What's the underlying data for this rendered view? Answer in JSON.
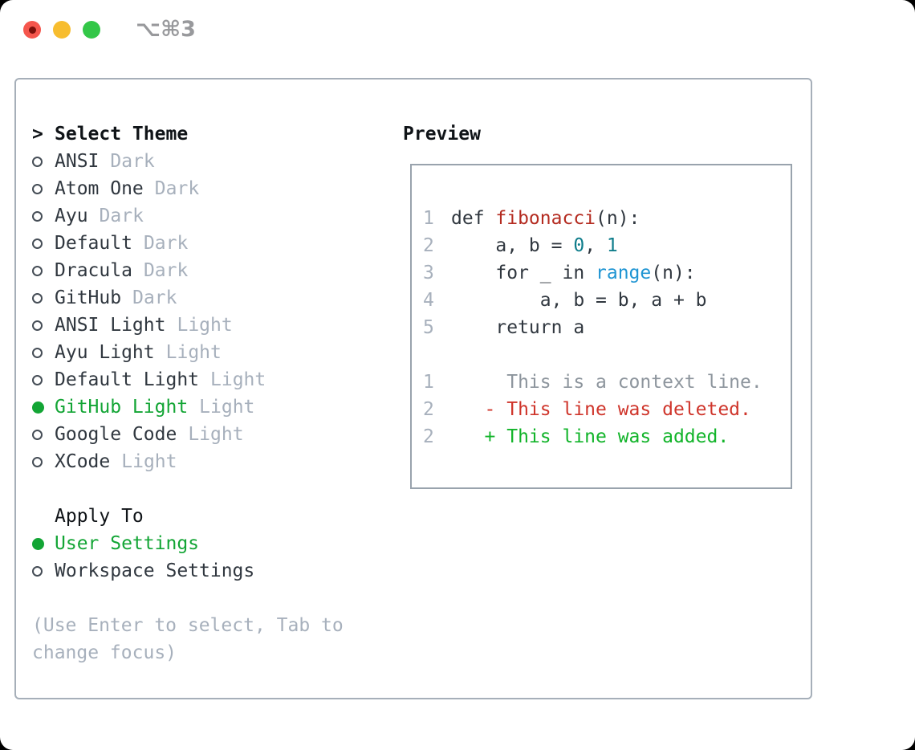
{
  "window": {
    "shortcut": "⌥⌘3",
    "traffic_lights": [
      "close",
      "minimize",
      "zoom"
    ]
  },
  "theme_list": {
    "header_prefix": ">",
    "header": "Select Theme",
    "items": [
      {
        "name": "ANSI",
        "tag": "Dark",
        "selected": false
      },
      {
        "name": "Atom One",
        "tag": "Dark",
        "selected": false
      },
      {
        "name": "Ayu",
        "tag": "Dark",
        "selected": false
      },
      {
        "name": "Default",
        "tag": "Dark",
        "selected": false
      },
      {
        "name": "Dracula",
        "tag": "Dark",
        "selected": false
      },
      {
        "name": "GitHub",
        "tag": "Dark",
        "selected": false
      },
      {
        "name": "ANSI Light",
        "tag": "Light",
        "selected": false
      },
      {
        "name": "Ayu Light",
        "tag": "Light",
        "selected": false
      },
      {
        "name": "Default Light",
        "tag": "Light",
        "selected": false
      },
      {
        "name": "GitHub Light",
        "tag": "Light",
        "selected": true
      },
      {
        "name": "Google Code",
        "tag": "Light",
        "selected": false
      },
      {
        "name": "XCode",
        "tag": "Light",
        "selected": false
      }
    ]
  },
  "apply_to": {
    "header": "Apply To",
    "items": [
      {
        "name": "User Settings",
        "selected": true
      },
      {
        "name": "Workspace Settings",
        "selected": false
      }
    ]
  },
  "help_text": "(Use Enter to select, Tab to change focus)",
  "preview": {
    "header": "Preview",
    "code_lines": [
      {
        "num": "1",
        "tokens": [
          {
            "text": "def ",
            "type": "plain"
          },
          {
            "text": "fibonacci",
            "type": "function"
          },
          {
            "text": "(n):",
            "type": "plain"
          }
        ]
      },
      {
        "num": "2",
        "tokens": [
          {
            "text": "    a, b = ",
            "type": "plain"
          },
          {
            "text": "0",
            "type": "number"
          },
          {
            "text": ", ",
            "type": "plain"
          },
          {
            "text": "1",
            "type": "number"
          }
        ]
      },
      {
        "num": "3",
        "tokens": [
          {
            "text": "    for _ in ",
            "type": "plain"
          },
          {
            "text": "range",
            "type": "builtin"
          },
          {
            "text": "(n):",
            "type": "plain"
          }
        ]
      },
      {
        "num": "4",
        "tokens": [
          {
            "text": "        a, b = b, a + b",
            "type": "plain"
          }
        ]
      },
      {
        "num": "5",
        "tokens": [
          {
            "text": "    return a",
            "type": "plain"
          }
        ]
      },
      {
        "num": "",
        "tokens": []
      },
      {
        "num": "1",
        "tokens": [
          {
            "text": "     This is a context line.",
            "type": "context"
          }
        ]
      },
      {
        "num": "2",
        "tokens": [
          {
            "text": "   - This line was deleted.",
            "type": "deleted"
          }
        ]
      },
      {
        "num": "2",
        "tokens": [
          {
            "text": "   + This line was added.",
            "type": "added"
          }
        ]
      }
    ]
  },
  "colors": {
    "page-bg": "#000000",
    "window-bg": "#ffffff",
    "panel-border": "#a6afb9",
    "box-border": "#99a3ad",
    "text-black": "#101418",
    "text-dark": "#30373f",
    "muted": "#a7b0bc",
    "context-gray": "#8d959d",
    "ring-gray": "#454d56",
    "accent-green": "#13a535",
    "diff-green": "#12b42a",
    "diff-red": "#cf352b",
    "code-red": "#b42b20",
    "code-blue": "#2095d3",
    "code-teal": "#0f7d8b",
    "traffic-red": "#f5564d",
    "traffic-red-dot": "#7c100b",
    "traffic-yellow": "#f7bd2f",
    "traffic-green": "#33c748",
    "shortcut-gray": "#98999c"
  }
}
